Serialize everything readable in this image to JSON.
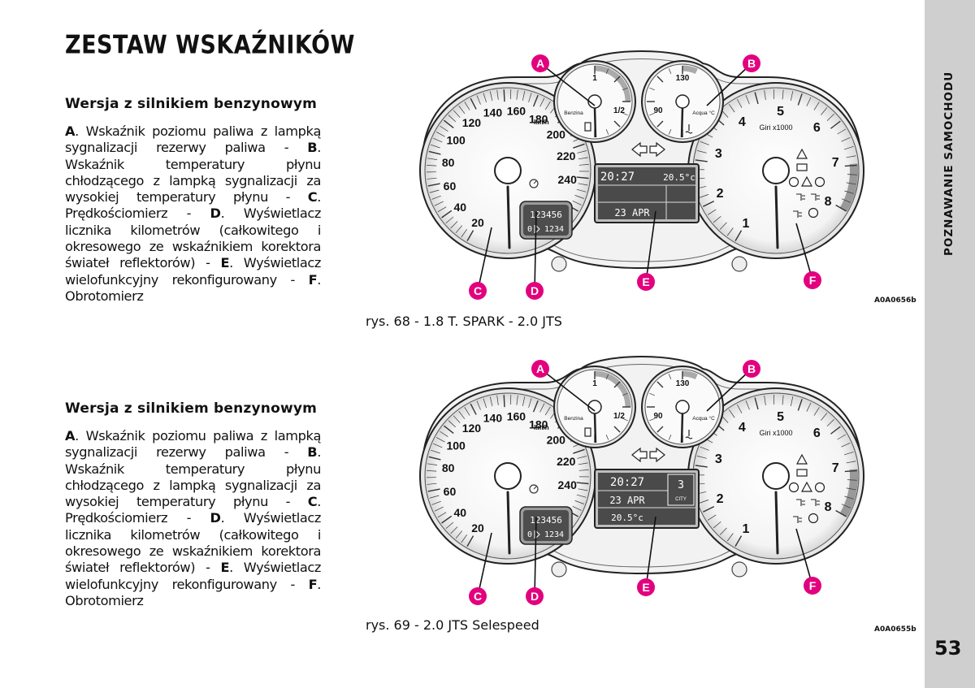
{
  "page": {
    "title": "ZESTAW WSKAŹNIKÓW",
    "side_label": "POZNAWANIE SAMOCHODU",
    "page_number": "53"
  },
  "sections": [
    {
      "heading": "Wersja z silnikiem benzynowym",
      "parts": [
        {
          "b": "A"
        },
        {
          "t": ". Wskaźnik poziomu paliwa z lampką sygnalizacji rezerwy paliwa - "
        },
        {
          "b": "B"
        },
        {
          "t": ". Wskaźnik temperatury płynu chłodzącego z lampką sygnalizacji za wysokiej temperatury płynu - "
        },
        {
          "b": "C"
        },
        {
          "t": ". Prędkościomierz - "
        },
        {
          "b": "D"
        },
        {
          "t": ". Wyświetlacz licznika kilometrów (całkowitego i okresowego ze wskaźnikiem korektora świateł reflektorów) - "
        },
        {
          "b": "E"
        },
        {
          "t": ". Wyświetlacz wielofunkcyjny rekonfigurowany - "
        },
        {
          "b": "F"
        },
        {
          "t": ". Obrotomierz"
        }
      ]
    },
    {
      "heading": "Wersja z silnikiem benzynowym",
      "parts": [
        {
          "b": "A"
        },
        {
          "t": ". Wskaźnik poziomu paliwa z lampką sygnalizacji rezerwy paliwa - "
        },
        {
          "b": "B"
        },
        {
          "t": ". Wskaźnik temperatury płynu chłodzącego z lampką sygnalizacji za wysokiej temperatury płynu - "
        },
        {
          "b": "C"
        },
        {
          "t": ". Prędkościomierz - "
        },
        {
          "b": "D"
        },
        {
          "t": ". Wyświetlacz licznika kilometrów (całkowitego i okresowego ze wskaźnikiem korektora świateł reflektorów) - "
        },
        {
          "b": "E"
        },
        {
          "t": ". Wyświetlacz wielofunkcyjny rekonfigurowany - "
        },
        {
          "b": "F"
        },
        {
          "t": ". Obrotomierz"
        }
      ]
    }
  ],
  "figures": [
    {
      "caption": "rys. 68 - 1.8 T. SPARK - 2.0 JTS",
      "code": "A0A0656b",
      "variant": "spark",
      "display": {
        "time": "20:27",
        "temp": "20.5°c",
        "date": "23 APR",
        "gear": "",
        "mode": "",
        "temp_row": ""
      }
    },
    {
      "caption": "rys. 69 - 2.0 JTS Selespeed",
      "code": "A0A0655b",
      "variant": "selespeed",
      "display": {
        "time": "20:27",
        "temp": "",
        "date": "23 APR",
        "gear": "3",
        "mode": "CITY",
        "temp_row": "20.5°c"
      }
    }
  ],
  "cluster": {
    "callouts": [
      "A",
      "B",
      "C",
      "D",
      "E",
      "F"
    ],
    "speed_ticks": [
      "20",
      "40",
      "60",
      "80",
      "100",
      "120",
      "140",
      "160",
      "180",
      "200",
      "220",
      "240"
    ],
    "speed_unit": "km/h",
    "rpm_ticks": [
      "1",
      "2",
      "3",
      "4",
      "5",
      "6",
      "7",
      "8"
    ],
    "rpm_unit": "Giri x1000",
    "fuel_ticks": [
      "1",
      "1/2"
    ],
    "fuel_label": "Benzina",
    "temp_ticks": [
      "90",
      "130"
    ],
    "temp_label": "Acqua °C",
    "odometer": "123456",
    "trip": "1234",
    "trip_prefix": "0",
    "accent": "#e3007e",
    "warning_icons": [
      "cruise-control-icon",
      "fuel-pump-icon",
      "coolant-icon",
      "seatbelt-icon",
      "engine-icon",
      "abs-icon",
      "hazard-icon",
      "brake-icon",
      "fog-lamp-icon",
      "low-beam-icon",
      "airbag-icon",
      "seat-occupant-icon"
    ]
  }
}
